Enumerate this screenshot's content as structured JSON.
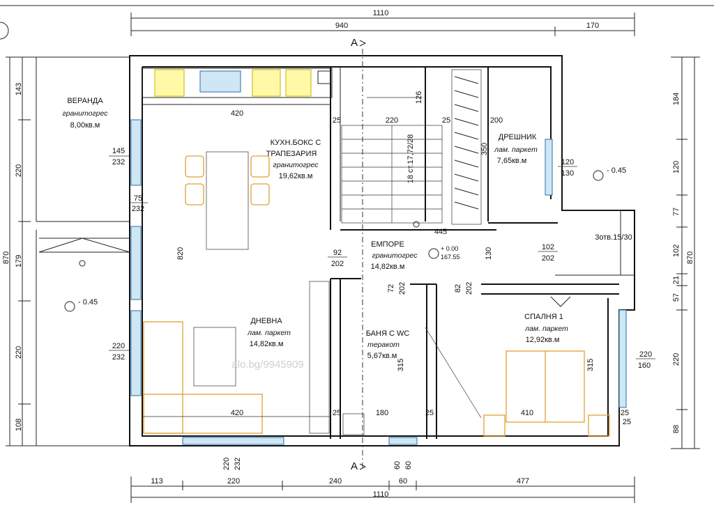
{
  "dimensions": {
    "top": {
      "total": "1110",
      "left_part": "940",
      "right_part": "170"
    },
    "bottom": {
      "total": "1110",
      "segments": [
        "113",
        "220",
        "240",
        "60",
        "477"
      ]
    },
    "left": {
      "total": "870",
      "segments": [
        "143",
        "220",
        "179",
        "220",
        "108"
      ]
    },
    "right": {
      "total": "870",
      "segments": [
        "184",
        "120",
        "77",
        "102",
        "21",
        "57",
        "220",
        "88"
      ]
    },
    "inner": {
      "kitchen_width": "420",
      "living_width": "420",
      "living_height": "820",
      "stair_width": "220",
      "stair_gap": "126",
      "wardrobe_depth": "200",
      "wardrobe_height": "350",
      "hall_width": "445",
      "hall_height": "130",
      "bath_width": "180",
      "bath_height": "315",
      "bed_width": "410",
      "bed_height": "315",
      "wall_25_a": "25",
      "wall_25_b": "25",
      "wall_25_c": "25",
      "wall_25_d": "25",
      "wall_25_e": "25",
      "wall_25_f": "25",
      "wall_60_a": "60",
      "wall_60_b": "60"
    }
  },
  "openings": {
    "veranda_win_a": {
      "w": "145",
      "h": "232"
    },
    "veranda_door": {
      "w": "75",
      "h": "232"
    },
    "living_win_left": {
      "w": "220",
      "h": "232"
    },
    "living_win_bottom": {
      "w": "220",
      "h": "232"
    },
    "hall_door": {
      "w": "92",
      "h": "202"
    },
    "bath_door": {
      "w": "72",
      "h": "202"
    },
    "bed_door": {
      "w": "82",
      "h": "202"
    },
    "bed_entry": {
      "w": "102",
      "h": "202"
    },
    "wardrobe_win": {
      "w": "120",
      "h": "130"
    },
    "bed_win": {
      "w": "220",
      "h": "160"
    }
  },
  "rooms": [
    {
      "name": "ВЕРАНДА",
      "floor": "гранитогрес",
      "area": "8,00кв.м"
    },
    {
      "name": "КУХН.БОКС С",
      "name2": "ТРАПЕЗАРИЯ",
      "floor": "гранитогрес",
      "area": "19,62кв.м"
    },
    {
      "name": "ДРЕШНИК",
      "floor": "лам. паркет",
      "area": "7,65кв.м"
    },
    {
      "name": "ЕМПОРЕ",
      "floor": "гранитогрес",
      "area": "14,82кв.м"
    },
    {
      "name": "ДНЕВНА",
      "floor": "лам. паркет",
      "area": "14,82кв.м"
    },
    {
      "name": "БАНЯ С WC",
      "floor": "теракот",
      "area": "5,67кв.м"
    },
    {
      "name": "СПАЛНЯ 1",
      "floor": "лам. паркет",
      "area": "12,92кв.м"
    }
  ],
  "annotations": {
    "stair_text": "18 ст.17,72/28",
    "stair_height": "350",
    "roof_note": "3отв.15/30",
    "section_mark": "А",
    "level_veranda": "- 0.45",
    "level_right": "- 0.45",
    "level_hall_a": "+ 0.00",
    "level_hall_b": "167.55"
  },
  "watermark": "alo.bg/9945909"
}
